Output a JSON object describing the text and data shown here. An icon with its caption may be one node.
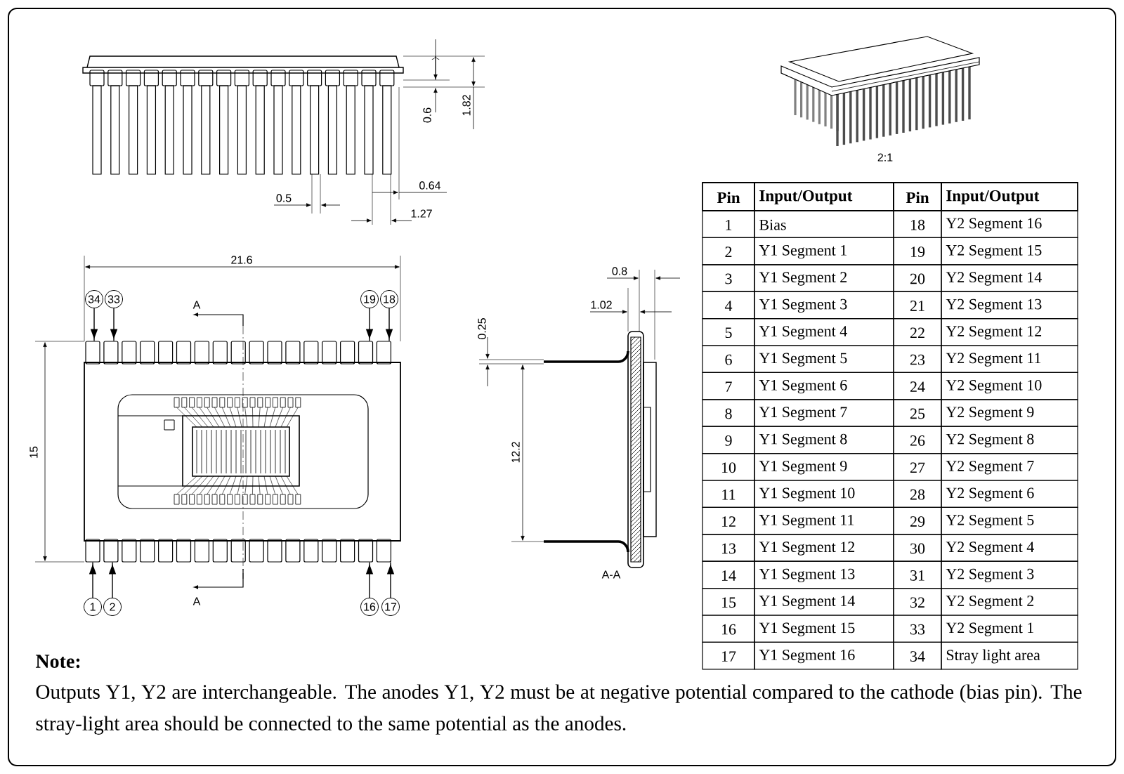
{
  "diagram": {
    "nodes": [
      {
        "text": [
          "34"
        ]
      },
      {
        "text": [
          "33"
        ]
      },
      {
        "text": [
          "19"
        ]
      },
      {
        "text": [
          "18"
        ]
      },
      {
        "text": [
          "1"
        ]
      },
      {
        "text": [
          "2"
        ]
      },
      {
        "text": [
          "16"
        ]
      },
      {
        "text": [
          "17"
        ]
      },
      {
        "text": [],
        "shape": "picture"
      }
    ],
    "edges": [
      {
        "from": 0,
        "to": 8,
        "arrow": "to"
      },
      {
        "from": 1,
        "to": 8,
        "arrow": "to"
      },
      {
        "from": 2,
        "to": 8,
        "arrow": "to"
      },
      {
        "from": 3,
        "to": 8,
        "arrow": "to"
      },
      {
        "from": 4,
        "to": 8,
        "arrow": "to"
      },
      {
        "from": 5,
        "to": 8,
        "arrow": "to"
      },
      {
        "from": 6,
        "to": 8,
        "arrow": "to"
      },
      {
        "from": 7,
        "to": 8,
        "arrow": "to"
      }
    ],
    "labels": [
      "0.6",
      "1.82",
      "0.5",
      "0.64",
      "1.27",
      "2:1",
      "21.6",
      "A",
      "0.8",
      "1.02",
      "0.25",
      "15",
      "12.2",
      "A",
      "A-A",
      "Pin",
      "Input/Output",
      "Pin",
      "Input/Output",
      "1",
      "Bias",
      "18",
      "Y2 Segment 16",
      "2",
      "Y1 Segment 1",
      "19",
      "Y2 Segment 15",
      "3",
      "Y1 Segment 2",
      "20",
      "Y2 Segment 14",
      "4",
      "Y1 Segment 3",
      "21",
      "Y2 Segment 13",
      "5",
      "Y1 Segment 4",
      "22",
      "Y2 Segment 12",
      "6",
      "Y1 Segment 5",
      "23",
      "Y2 Segment 11",
      "7",
      "Y1 Segment 6",
      "24",
      "Y2 Segment 10",
      "8",
      "Y1 Segment 7",
      "25",
      "Y2 Segment 9",
      "9",
      "Y1 Segment 8",
      "26",
      "Y2 Segment 8",
      "10",
      "Y1 Segment 9",
      "27",
      "Y2 Segment 7",
      "11",
      "Y1 Segment 10",
      "28",
      "Y2 Segment 6",
      "12",
      "Y1 Segment 11",
      "29",
      "Y2 Segment 5",
      "13",
      "Y1 Segment 12",
      "30",
      "Y2 Segment 4",
      "14",
      "Y1 Segment 13",
      "31",
      "Y2 Segment 3",
      "15",
      "Y1 Segment 14",
      "32",
      "Y2 Segment 2",
      "16",
      "Y1 Segment 15",
      "33",
      "Y2 Segment 1",
      "Note:",
      "17",
      "Y1 Segment 16",
      "34",
      "Stray light area",
      "Outputs Y1, Y2 are interchangeable. The anodes Y1, Y2 must be at negative potential compared to the cathode (bias pin). The stray-light area should be connected to the same potential as the anodes."
    ]
  }
}
